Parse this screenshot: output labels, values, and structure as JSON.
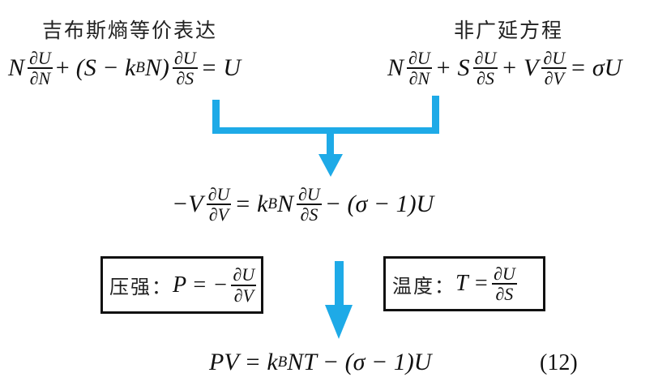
{
  "left_block": {
    "title": "吉布斯熵等价表达",
    "equation": {
      "N": "N",
      "num": "∂U",
      "den1": "∂N",
      "plus": "+",
      "lparen": "(S − k",
      "B": "B",
      "rest": "N)",
      "num2": "∂U",
      "den2": "∂S",
      "eq": "= U"
    }
  },
  "right_block": {
    "title": "非广延方程",
    "equation": {
      "N": "N",
      "num1": "∂U",
      "den1": "∂N",
      "p1": "+ S",
      "num2": "∂U",
      "den2": "∂S",
      "p2": "+ V",
      "num3": "∂U",
      "den3": "∂V",
      "eq": "= σU"
    }
  },
  "middle_equation": {
    "lhs": "−V",
    "num1": "∂U",
    "den1": "∂V",
    "eq": "= k",
    "B": "B",
    "N": "N",
    "num2": "∂U",
    "den2": "∂S",
    "rest": "− (σ − 1)U"
  },
  "pressure_box": {
    "label": "压强：",
    "expr": "P = −",
    "num": "∂U",
    "den": "∂V"
  },
  "temperature_box": {
    "label": "温度：",
    "expr": "T =",
    "num": "∂U",
    "den": "∂S"
  },
  "final_equation": {
    "lhs": "PV = k",
    "B": "B",
    "rest": "NT − (σ − 1)U",
    "number": "(12)"
  },
  "colors": {
    "arrow": "#1eaae7",
    "text": "#111111",
    "box_border": "#111111"
  }
}
